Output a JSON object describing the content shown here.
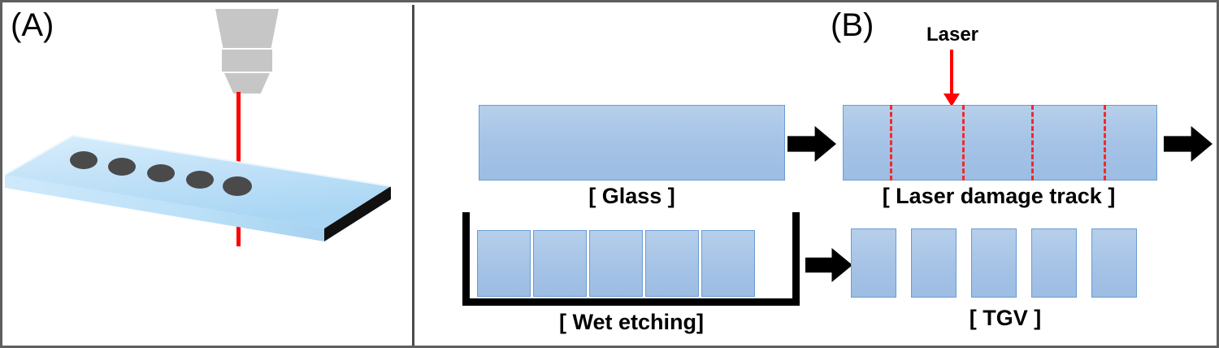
{
  "figure": {
    "panels": [
      {
        "id": "A",
        "label": "(A)"
      },
      {
        "id": "B",
        "label": "(B)"
      }
    ]
  },
  "panel_a": {
    "label": "(A)",
    "objective_lens": {
      "name": "objective-lens",
      "segments": 3,
      "color": "#c6c6c6"
    },
    "laser_beam": {
      "color": "#fe0000"
    },
    "glass_slide": {
      "name": "glass-slide",
      "fill_light": "#e3f2fb",
      "fill_mid": "#bde0f5",
      "edge_color": "#111111",
      "hole_count": 5,
      "hole_color": "#4a4a4a"
    }
  },
  "panel_b": {
    "label": "(B)",
    "steps": [
      {
        "key": "glass",
        "label": "[ Glass ]"
      },
      {
        "key": "track",
        "label": "[ Laser damage track ]"
      },
      {
        "key": "etch",
        "label": "[ Wet etching]"
      },
      {
        "key": "tgv",
        "label": "[ TGV ]"
      }
    ],
    "laser_annotation": {
      "label": "Laser",
      "arrow_color": "#fe0000"
    },
    "laser_damage_track": {
      "dashed_line_color": "#ef2b2b",
      "dashed_line_positions_pct": [
        15,
        38,
        60,
        83
      ]
    },
    "wet_etching": {
      "block_count": 5,
      "beaker_color": "#000000"
    },
    "tgv": {
      "block_count": 5
    },
    "glass_fill": "#a4c2e6",
    "glass_border": "#6a9bd4",
    "arrow_color": "#000000"
  }
}
